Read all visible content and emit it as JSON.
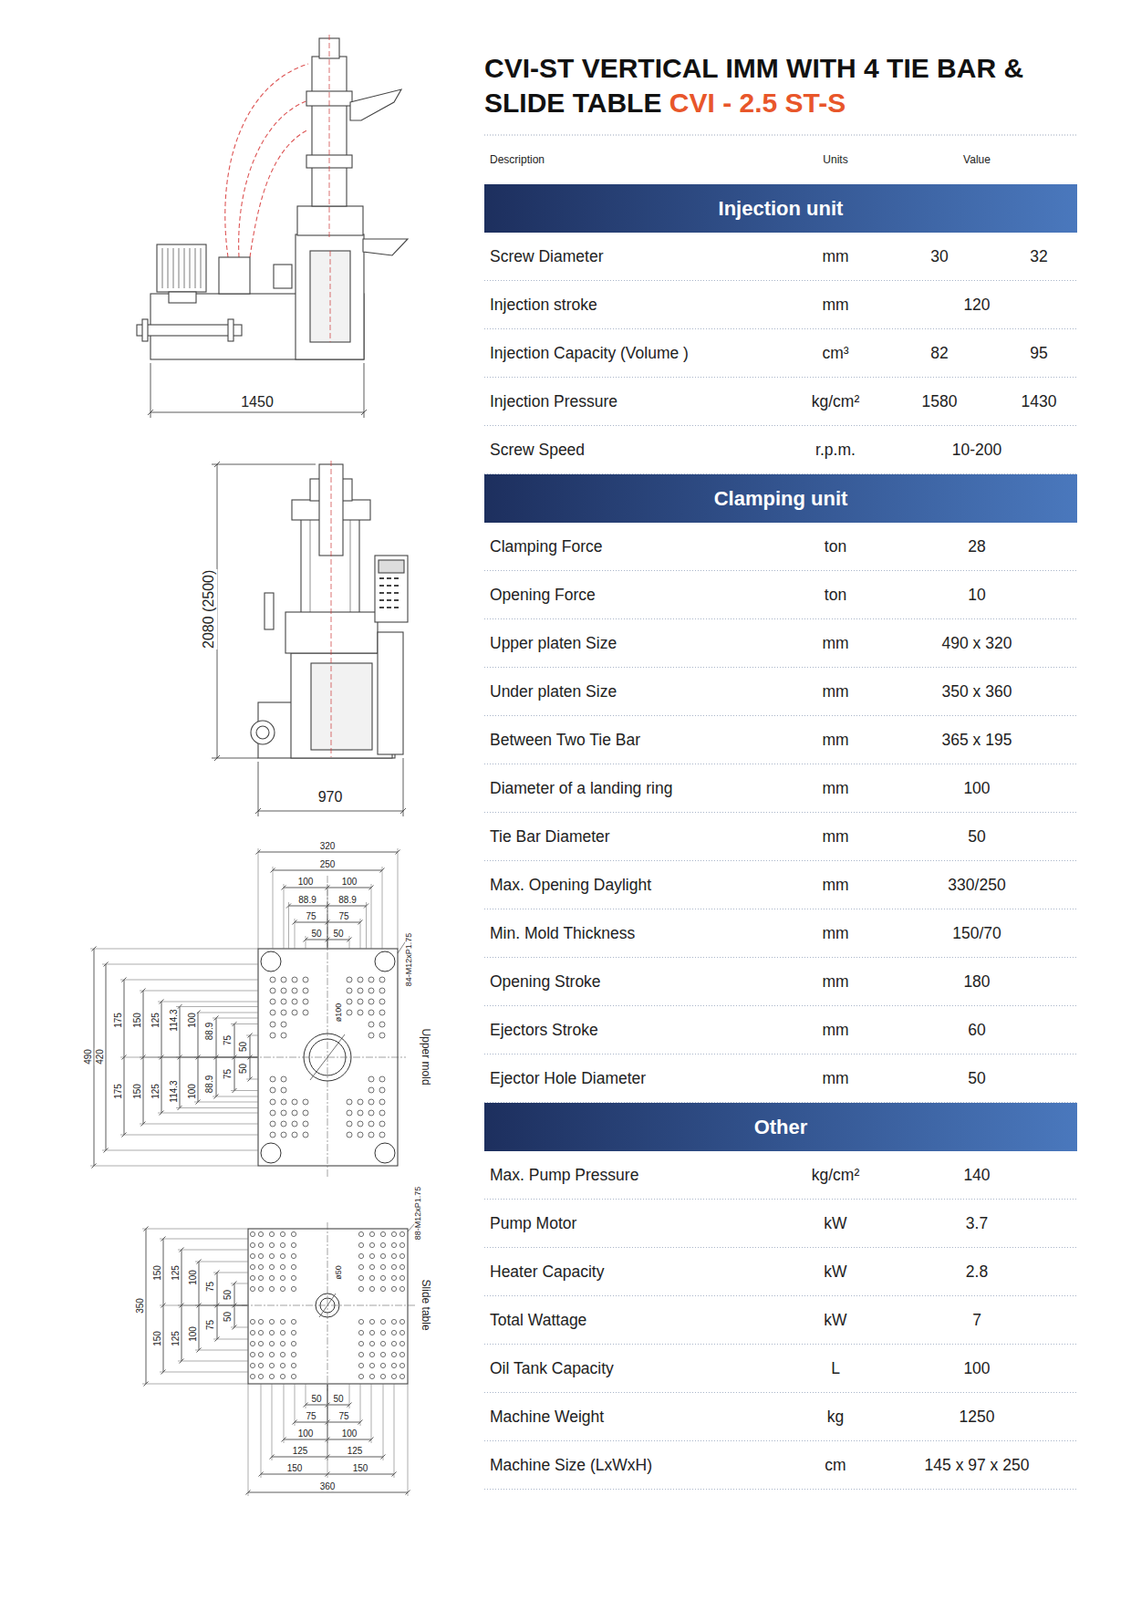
{
  "diagram": {
    "title": "CVI-ST VERTICAL IMM WITH 4 TIE BAR & SLIDE TABLE",
    "nodes": [
      {
        "text": [
          "Injection unit"
        ]
      },
      {
        "text": [
          "Clamping unit"
        ]
      },
      {
        "text": [
          "Other"
        ]
      }
    ],
    "labels": [
      "CVI - 2.5 ST-S",
      "Description",
      "Units",
      "Value",
      "Screw Diameter",
      "mm",
      "30",
      "32",
      "Injection stroke",
      "mm",
      "120",
      "Injection Capacity (Volume )",
      "cm³",
      "82",
      "95",
      "Injection Pressure",
      "kg/cm²",
      "1580",
      "1430",
      "Screw Speed",
      "r.p.m.",
      "10-200",
      "Clamping Force",
      "ton",
      "28",
      "Opening Force",
      "ton",
      "10",
      "Upper platen Size",
      "mm",
      "490 x 320",
      "Under platen Size",
      "mm",
      "350 x 360",
      "Between Two Tie Bar",
      "mm",
      "365 x 195",
      "Diameter of a landing ring",
      "mm",
      "100",
      "Tie Bar Diameter",
      "mm",
      "50",
      "Max. Opening Daylight",
      "mm",
      "330/250",
      "Min. Mold Thickness",
      "mm",
      "150/70",
      "Opening Stroke",
      "mm",
      "180",
      "Ejectors Stroke",
      "mm",
      "60",
      "Ejector Hole Diameter",
      "mm",
      "50",
      "Max. Pump Pressure",
      "kg/cm²",
      "140",
      "Pump Motor",
      "kW",
      "3.7",
      "Heater Capacity",
      "kW",
      "2.8",
      "Total Wattage",
      "kW",
      "7",
      "Oil Tank Capacity",
      "L",
      "100",
      "Machine Weight",
      "kg",
      "1250",
      "Machine Size (LxWxH)",
      "cm",
      "145 x 97 x 250",
      "1450",
      "2080 (2500)",
      "970",
      "320",
      "250",
      "100",
      "100",
      "88.9",
      "88.9",
      "75",
      "75",
      "50",
      "50",
      "490",
      "420",
      "175",
      "150",
      "125",
      "114.3",
      "100",
      "88.9",
      "75",
      "50",
      "50",
      "75",
      "88.9",
      "100",
      "114.3",
      "125",
      "150",
      "175",
      "84-M12xP1.75",
      "ø100",
      "Upper mold",
      "88-M12xP1.75",
      "150",
      "125",
      "100",
      "75",
      "50",
      "350",
      "150",
      "125",
      "100",
      "75",
      "50",
      "ø50",
      "Slide table",
      "50",
      "50",
      "75",
      "75",
      "100",
      "100",
      "125",
      "125",
      "150",
      "150",
      "360"
    ]
  }
}
